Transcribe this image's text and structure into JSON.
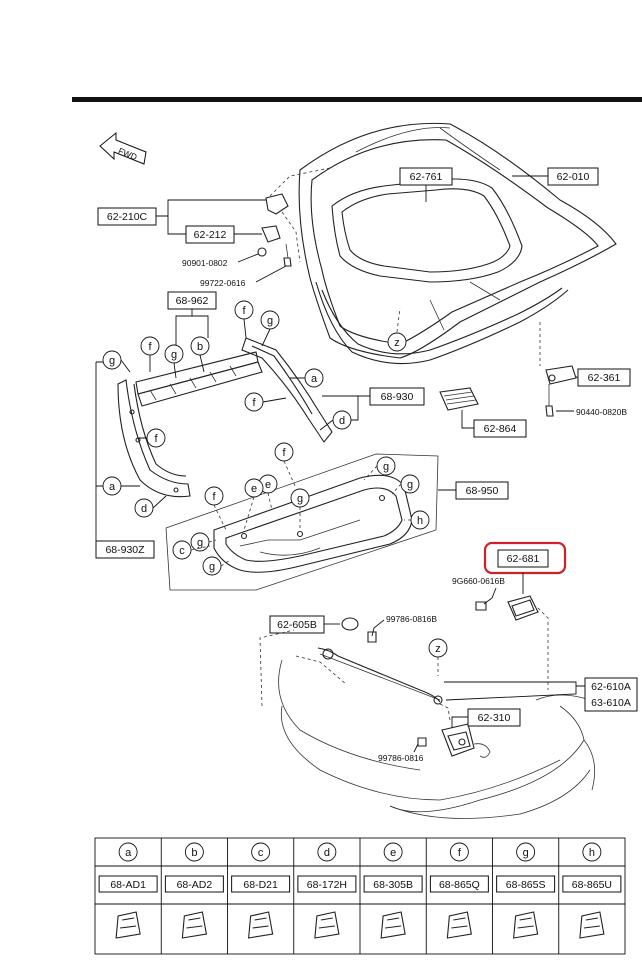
{
  "direction_label": "FWD",
  "callouts": {
    "trunk_lid": "62-010",
    "weatherstrip": "62-761",
    "hinge_set": "62-210C",
    "hinge": "62-212",
    "hinge_bolt": "90901-0802",
    "hinge_nut": "99722-0616",
    "trim_upper": "68-962",
    "trim_side": "68-930",
    "trim_side_set": "68-930Z",
    "trim_main": "68-950",
    "striker_bracket": "62-361",
    "bracket_bolt": "90440-0820B",
    "damper_pad": "62-864",
    "lamp_bracket": "62-681",
    "lamp_bolt": "9G660-0616B",
    "stay_cap": "62-605B",
    "stay_bolt": "99786-0816B",
    "lock_cable_a": "62-610A",
    "lock_cable_b": "63-610A",
    "lock": "62-310",
    "lock_bolt": "99786-0816"
  },
  "letters": {
    "a": "a",
    "b": "b",
    "c": "c",
    "d": "d",
    "e": "e",
    "f": "f",
    "g": "g",
    "h": "h",
    "z": "z"
  },
  "legend": [
    {
      "letter": "a",
      "code": "68-AD1"
    },
    {
      "letter": "b",
      "code": "68-AD2"
    },
    {
      "letter": "c",
      "code": "68-D21"
    },
    {
      "letter": "d",
      "code": "68-172H"
    },
    {
      "letter": "e",
      "code": "68-305B"
    },
    {
      "letter": "f",
      "code": "68-865Q"
    },
    {
      "letter": "g",
      "code": "68-865S"
    },
    {
      "letter": "h",
      "code": "68-865U"
    }
  ],
  "highlight_color": "#d0212b"
}
